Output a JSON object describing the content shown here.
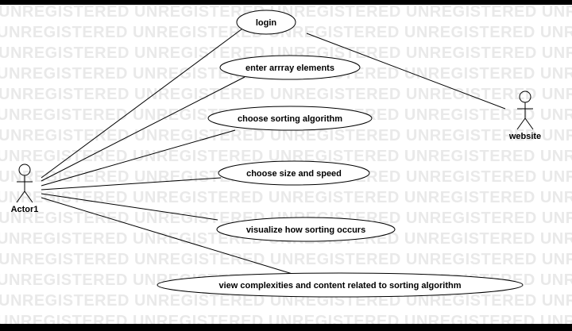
{
  "watermark": "UNREGISTERED",
  "actors": [
    {
      "id": "actor1",
      "label": "Actor1"
    },
    {
      "id": "website",
      "label": "website"
    }
  ],
  "use_cases": [
    {
      "id": "login",
      "label": "login"
    },
    {
      "id": "enter_array",
      "label": "enter arrray elements"
    },
    {
      "id": "choose_algo",
      "label": "choose sorting algorithm"
    },
    {
      "id": "size_speed",
      "label": "choose size and speed"
    },
    {
      "id": "visualize",
      "label": "visualize how sorting occurs"
    },
    {
      "id": "complexities",
      "label": "view complexities and content related to sorting algorithm"
    }
  ],
  "associations": [
    {
      "from": "actor1",
      "to": "login"
    },
    {
      "from": "actor1",
      "to": "enter_array"
    },
    {
      "from": "actor1",
      "to": "choose_algo"
    },
    {
      "from": "actor1",
      "to": "size_speed"
    },
    {
      "from": "actor1",
      "to": "visualize"
    },
    {
      "from": "actor1",
      "to": "complexities"
    },
    {
      "from": "website",
      "to": "login"
    }
  ]
}
